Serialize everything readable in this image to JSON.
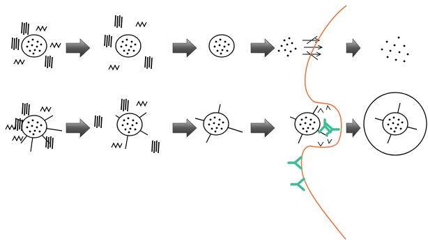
{
  "diagram": {
    "colors": {
      "background": "#ffffff",
      "ink": "#000000",
      "membrane": "#e8733a",
      "receptor": "#3cbc94",
      "arrow_dark": "#3a3a3a",
      "arrow_light": "#bdbdbd"
    },
    "rows": [
      {
        "id": "top-row",
        "description_visible_text": "",
        "stages": [
          "particle-with-many-ligands",
          "particle-with-fewer-ligands",
          "bare-particle",
          "dispersed-contents",
          "scattered-contents"
        ]
      },
      {
        "id": "bottom-row",
        "description_visible_text": "",
        "stages": [
          "particle-with-ligands-and-stalks",
          "particle-with-fewer-ligands-and-stalks",
          "particle-with-stalks",
          "particle-engulfed-by-membrane",
          "particle-inside-vesicle"
        ]
      }
    ],
    "icons": [
      "block-arrow-icon",
      "receptor-icon",
      "membrane-curve",
      "release-arrows-icon"
    ]
  }
}
